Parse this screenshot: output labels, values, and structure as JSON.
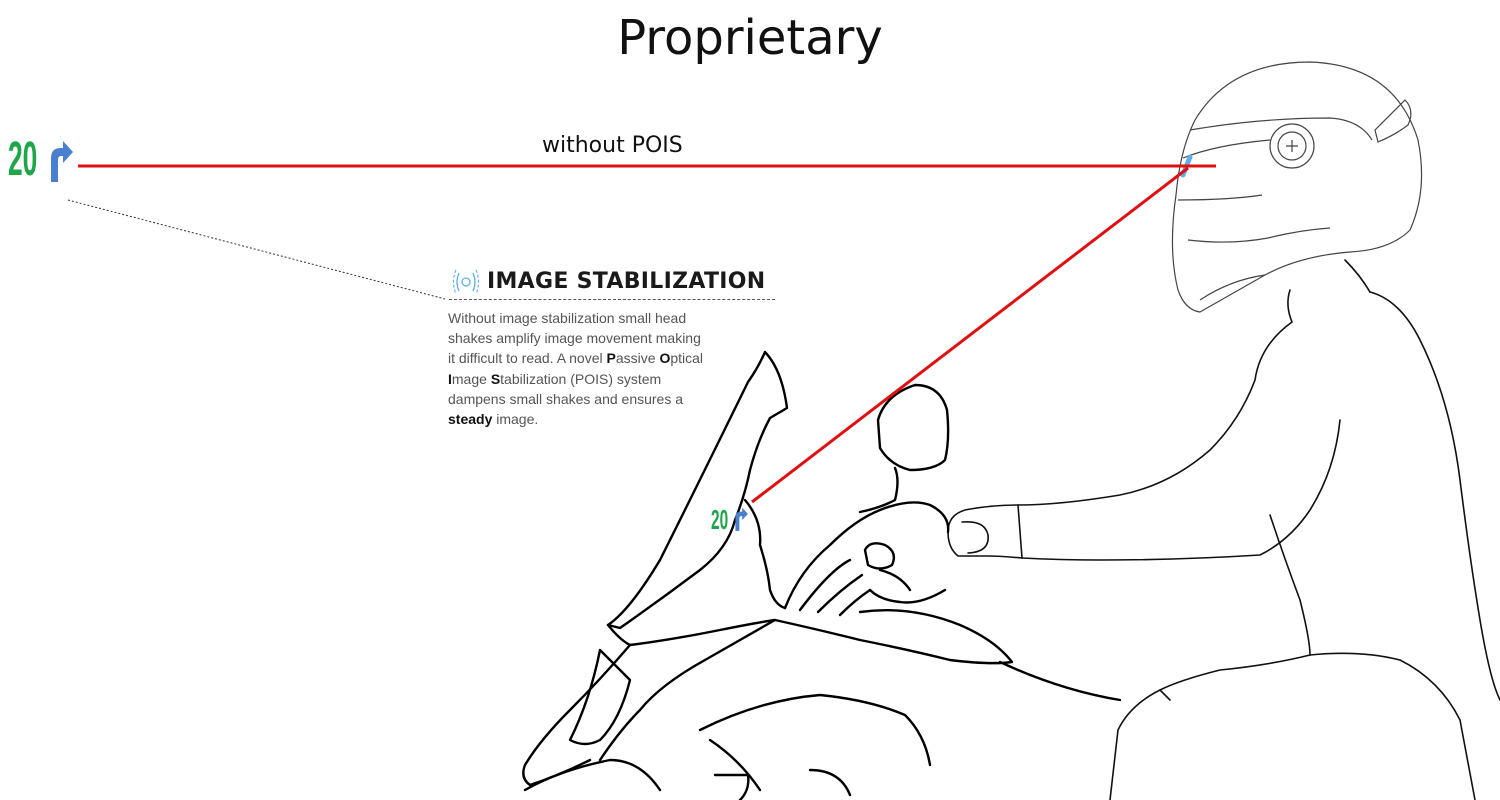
{
  "page": {
    "title": "Proprietary"
  },
  "ray": {
    "label": "without POIS"
  },
  "sign": {
    "speed_value": "20",
    "icon": "turn-right-arrow-icon",
    "speed_color": "#1fa64a",
    "arrow_color": "#4a7fd0"
  },
  "feature": {
    "icon": "stabilization-waves-icon",
    "title": "IMAGE STABILIZATION",
    "description": {
      "intro": "Without image stabilization small head shakes amplify image movement making it difficult to read. A novel ",
      "p_letter": "P",
      "p_rest": "assive ",
      "o_letter": "O",
      "o_rest": "ptical ",
      "i_letter": "I",
      "i_rest": "mage ",
      "s_letter": "S",
      "s_rest": "tabilization (POIS) system dampens small shakes and ensures a ",
      "emphasis": "steady",
      "outro": " image."
    }
  },
  "colors": {
    "sight_line": "#e01010",
    "outline": "#000000",
    "accent": "#5fb0e8"
  }
}
